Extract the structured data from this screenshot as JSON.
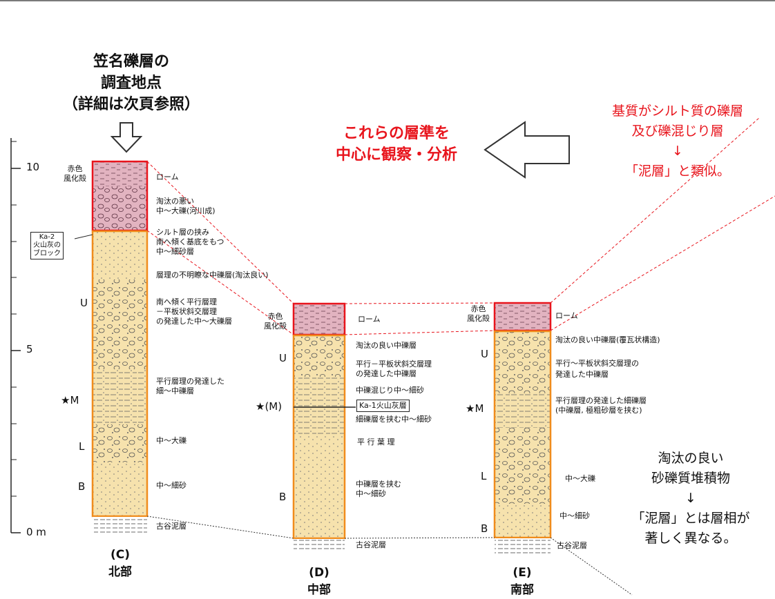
{
  "header": {
    "survey_title_lines": [
      "笠名礫層の",
      "調査地点",
      "（詳細は次頁参照）"
    ],
    "focus_lines": [
      "これらの層準を",
      "中心に観察・分析"
    ]
  },
  "annotations": {
    "top_right": [
      "基質がシルト質の礫層",
      "及び礫混じり層",
      "↓",
      "「泥層」と類似。"
    ],
    "bottom_right": [
      "淘汰の良い",
      "砂礫質堆積物",
      "↓",
      "「泥層」とは層相が",
      "著しく異なる。"
    ]
  },
  "scale": {
    "label_10": "10",
    "label_5": "5",
    "label_0": "0 m"
  },
  "columns": [
    {
      "id": "C",
      "code": "(C)",
      "region": "北部",
      "weathered_label": [
        "赤色",
        "風化殻"
      ],
      "unit_marks": [
        "U",
        "★M",
        "L",
        "B"
      ],
      "descriptions": [
        "ローム",
        "淘汰の悪い",
        "中～大礫(河川成)",
        "シルト層の挟み",
        "南へ傾く基底をもつ",
        "中～細砂層",
        "層理の不明瞭な中礫層(淘汰良い)",
        "南へ傾く平行層理",
        "－平板状斜交層理",
        "の発達した中～大礫層",
        "平行層理の発達した",
        "細～中礫層",
        "中～大礫",
        "中～細砂",
        "古谷泥層"
      ],
      "ash_label": [
        "Ka-2",
        "火山灰の",
        "ブロック"
      ]
    },
    {
      "id": "D",
      "code": "(D)",
      "region": "中部",
      "weathered_label": [
        "赤色",
        "風化殻"
      ],
      "unit_marks": [
        "U",
        "★(M)",
        "B"
      ],
      "descriptions": [
        "ローム",
        "淘汰の良い中礫層",
        "平行－平板状斜交層理",
        "の発達した中礫層",
        "中礫混じり中～細砂",
        "細礫層を挟む中～細砂",
        "平 行 葉 理",
        "中礫層を挟む",
        "中～細砂",
        "古谷泥層"
      ],
      "ash_label": [
        "Ka-1火山灰層"
      ]
    },
    {
      "id": "E",
      "code": "(E)",
      "region": "南部",
      "weathered_label": [
        "赤色",
        "風化殻"
      ],
      "unit_marks": [
        "U",
        "★M",
        "L",
        "B"
      ],
      "descriptions": [
        "ローム",
        "淘汰の良い中礫層(覆瓦状構造)",
        "平行～平板状斜交層理の",
        "発達した中礫層",
        "平行層理の発達した細礫層",
        "(中礫層, 極粗砂層を挟む)",
        "中～大礫",
        "中～細砂",
        "古谷泥層"
      ]
    }
  ],
  "colors": {
    "accent_red": "#e8141c",
    "loam_fill": "#e2b3c0",
    "gravel_fill": "#f6e2ad",
    "red_border": "#e8141c",
    "orange_border": "#f08c1c"
  }
}
